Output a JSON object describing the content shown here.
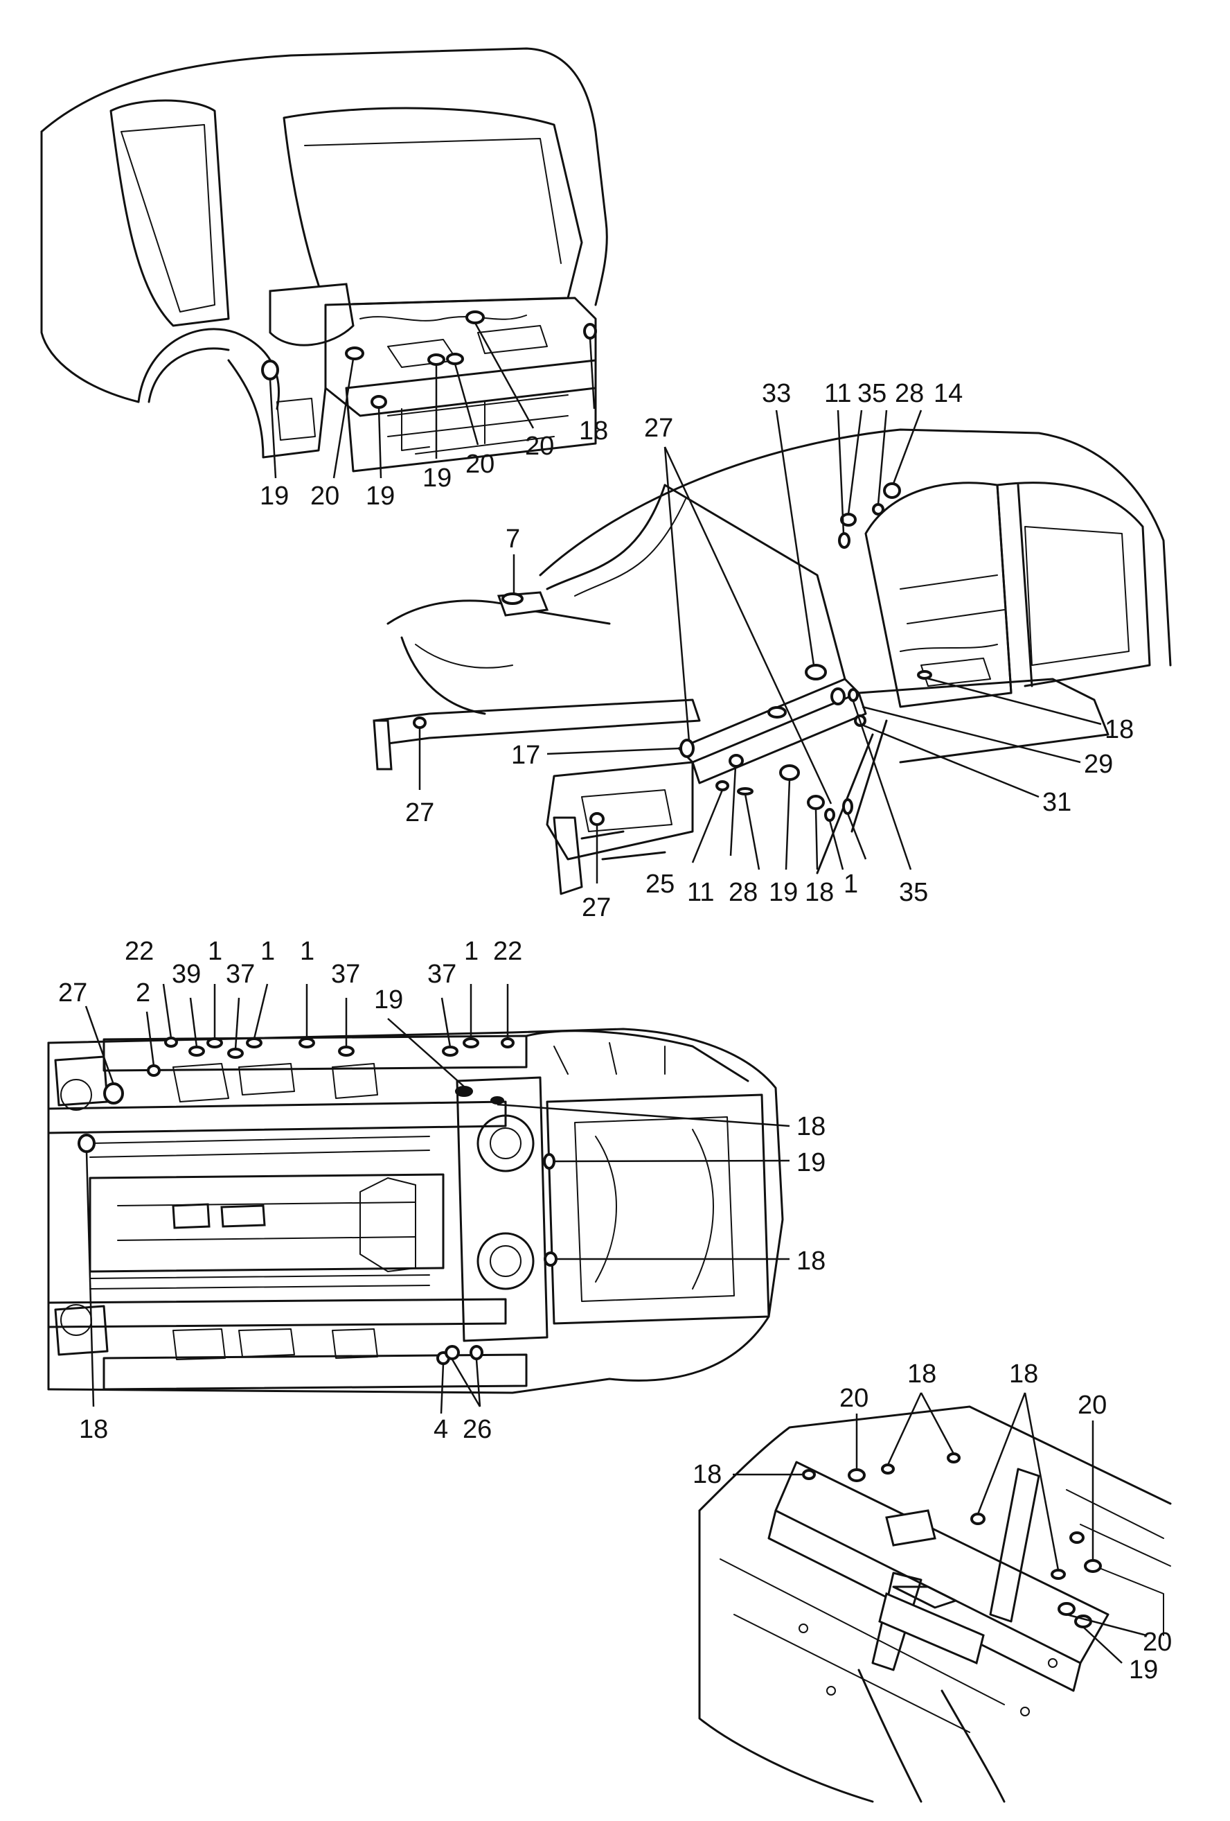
{
  "diagram": {
    "views": [
      {
        "id": "rear-body-view",
        "callouts": [
          "19",
          "20",
          "19",
          "19",
          "20",
          "20",
          "18"
        ]
      },
      {
        "id": "front-side-view",
        "callouts": [
          "7",
          "27",
          "33",
          "11",
          "35",
          "28",
          "14",
          "17",
          "27",
          "27",
          "25",
          "11",
          "28",
          "19",
          "18",
          "1",
          "35",
          "18",
          "29",
          "31"
        ]
      },
      {
        "id": "underbody-view",
        "callouts": [
          "27",
          "22",
          "2",
          "39",
          "1",
          "37",
          "1",
          "1",
          "37",
          "37",
          "1",
          "22",
          "19",
          "18",
          "19",
          "18",
          "18",
          "4",
          "26"
        ]
      },
      {
        "id": "floor-detail-view",
        "callouts": [
          "20",
          "18",
          "18",
          "20",
          "18",
          "20",
          "19"
        ]
      }
    ]
  }
}
